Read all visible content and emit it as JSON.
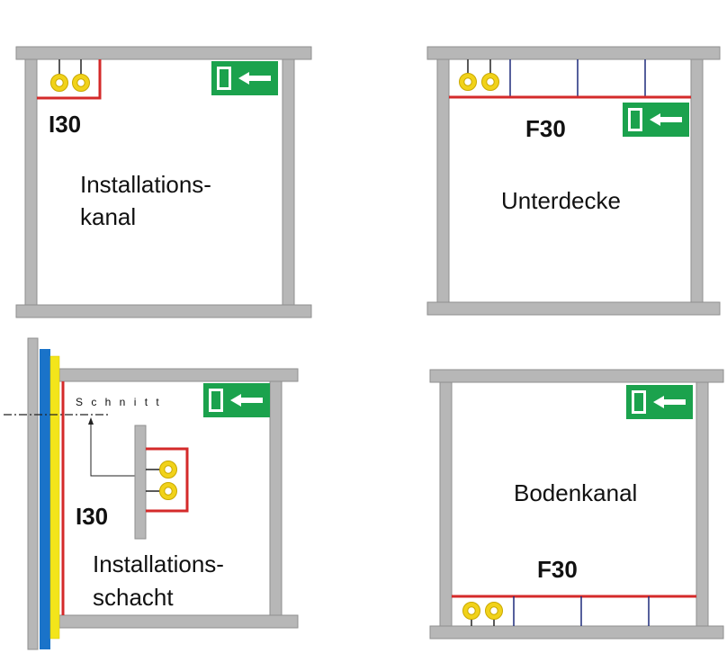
{
  "colors": {
    "structure": "#b7b7b7",
    "structure_edge": "#8f8f8f",
    "fire_lining": "#d42a2a",
    "cable_ring": "#f1d21a",
    "sign_green": "#1ba24d",
    "wall_blue": "#1a73c9",
    "wall_yellow": "#f3e51b",
    "ceiling_line": "#1e2a7a"
  },
  "icons": [
    "exit-sign-icon",
    "cable-ring-icon"
  ],
  "panels": [
    {
      "id": "installationskanal",
      "rating": "I30",
      "line1": "Installations-",
      "line2": "kanal"
    },
    {
      "id": "unterdecke",
      "rating": "F30",
      "line1": "Unterdecke"
    },
    {
      "id": "installationsschacht",
      "rating": "I30",
      "section": "S c h n i t t",
      "line1": "Installations-",
      "line2": "schacht"
    },
    {
      "id": "bodenkanal",
      "rating": "F30",
      "line1": "Bodenkanal"
    }
  ]
}
